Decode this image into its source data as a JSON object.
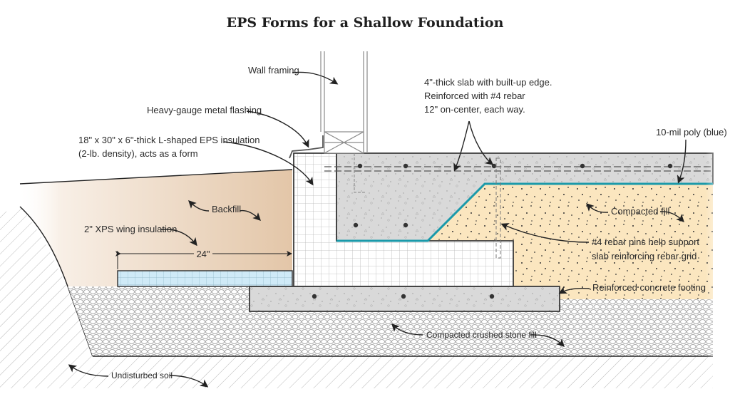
{
  "title": "EPS Forms for a Shallow Foundation",
  "labels": {
    "wall_framing": "Wall framing",
    "flashing": "Heavy-gauge metal flashing",
    "eps_line1": "18\" x 30\" x 6\"-thick L-shaped EPS insulation",
    "eps_line2": "(2-lb. density), acts as a form",
    "slab_line1": "4\"-thick slab with built-up edge.",
    "slab_line2": "Reinforced with #4 rebar",
    "slab_line3": "12\" on-center, each way.",
    "poly": "10-mil poly (blue)",
    "backfill": "Backfill",
    "xps": "2\" XPS wing insulation",
    "dimension": "24\"",
    "compacted_fill": "Compacted fill",
    "rebar_pins_line1": "#4 rebar pins help support",
    "rebar_pins_line2": "slab reinforcing rebar grid",
    "footing": "Reinforced concrete footing",
    "crushed_stone": "Compacted crushed stone fill",
    "undisturbed_soil": "Undisturbed soil"
  },
  "colors": {
    "backfill": "#e3c6a8",
    "compacted_fill": "#fbe6bf",
    "concrete": "#d9d9d9",
    "xps": "#cfeaf7",
    "poly": "#1b9aaa",
    "eps_grid": "#bdbdbd",
    "outline": "#3a3a3a"
  }
}
